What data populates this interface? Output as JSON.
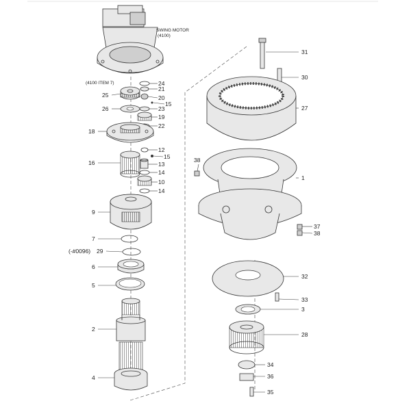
{
  "motor": {
    "name": "SWING MOTOR",
    "ref": "(4100)"
  },
  "item7_ref": "(4100 ITEM 7)",
  "item29_ref": "(-#0096)",
  "callouts": {
    "c1": "1",
    "c2": "2",
    "c3": "3",
    "c4": "4",
    "c5": "5",
    "c6": "6",
    "c7": "7",
    "c9": "9",
    "c10": "10",
    "c12": "12",
    "c13": "13",
    "c14a": "14",
    "c14b": "14",
    "c15a": "15",
    "c15b": "15",
    "c16": "16",
    "c18": "18",
    "c19": "19",
    "c20": "20",
    "c21": "21",
    "c22": "22",
    "c23": "23",
    "c24": "24",
    "c25": "25",
    "c26": "26",
    "c27": "27",
    "c28": "28",
    "c29": "29",
    "c30": "30",
    "c31": "31",
    "c32": "32",
    "c33": "33",
    "c34": "34",
    "c35": "35",
    "c36": "36",
    "c37": "37",
    "c38a": "38",
    "c38b": "38"
  }
}
